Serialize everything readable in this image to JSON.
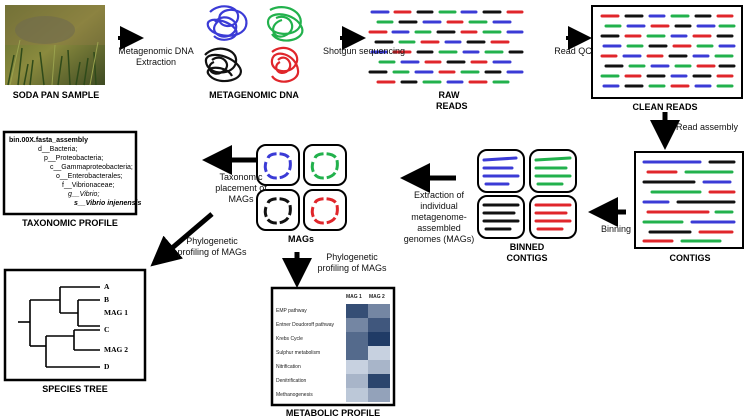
{
  "steps": {
    "extraction": "Metagenomic DNA Extraction",
    "sequencing": "Shotgun sequencing",
    "read_qc": "Read QC",
    "assembly": "Read assembly",
    "binning": "Binning",
    "extraction_mags": "Extraction of individual metagenome-assembled genomes (MAGs)",
    "taxonomic_placement": "Taxonomic placement of MAGs",
    "phylo_profiling_mags": "Phylogenetic profiling of MAGs",
    "phylo_profiling_tree": "Phylogenetic profiling of MAGs"
  },
  "nodes": {
    "soda_pan": "SODA PAN SAMPLE",
    "metagenomic_dna": "METAGENOMIC DNA",
    "raw_reads": "RAW READS",
    "clean_reads": "CLEAN READS",
    "contigs": "CONTIGS",
    "binned_contigs": "BINNED CONTIGS",
    "mags": "MAGs",
    "taxonomic_profile": "TAXONOMIC PROFILE",
    "species_tree": "SPECIES TREE",
    "metabolic_profile": "METABOLIC PROFILE"
  },
  "taxonomy": {
    "lines": [
      "bin.00X.fasta_assembly",
      "d__Bacteria;",
      "p__Proteobacteria;",
      "c__Gammaproteobacteria;",
      "o__Enterobacterales;",
      "f__Vibrionaceae;",
      "g__Vibrio;",
      "s__Vibrio injenensis"
    ]
  },
  "tree": {
    "leaves": [
      "A",
      "B",
      "MAG 1",
      "C",
      "MAG 2",
      "D"
    ]
  },
  "metabolic": {
    "columns": [
      "MAG 1",
      "MAG 2"
    ],
    "rows": [
      "EMP pathway",
      "Entner Doudoroff pathway",
      "Krebs Cycle",
      "Sulphur metabolism",
      "Nitrification",
      "Denitrification",
      "Methanogenesis"
    ],
    "values": [
      [
        0.85,
        0.55
      ],
      [
        0.55,
        0.8
      ],
      [
        0.7,
        0.95
      ],
      [
        0.7,
        0.15
      ],
      [
        0.15,
        0.3
      ],
      [
        0.3,
        0.9
      ],
      [
        0.2,
        0.4
      ]
    ]
  },
  "colors": {
    "blue": "#3b3bd6",
    "green": "#22b14c",
    "red": "#e0262b",
    "black": "#111111",
    "heat_low": "#e6edf7",
    "heat_high": "#16325e"
  }
}
